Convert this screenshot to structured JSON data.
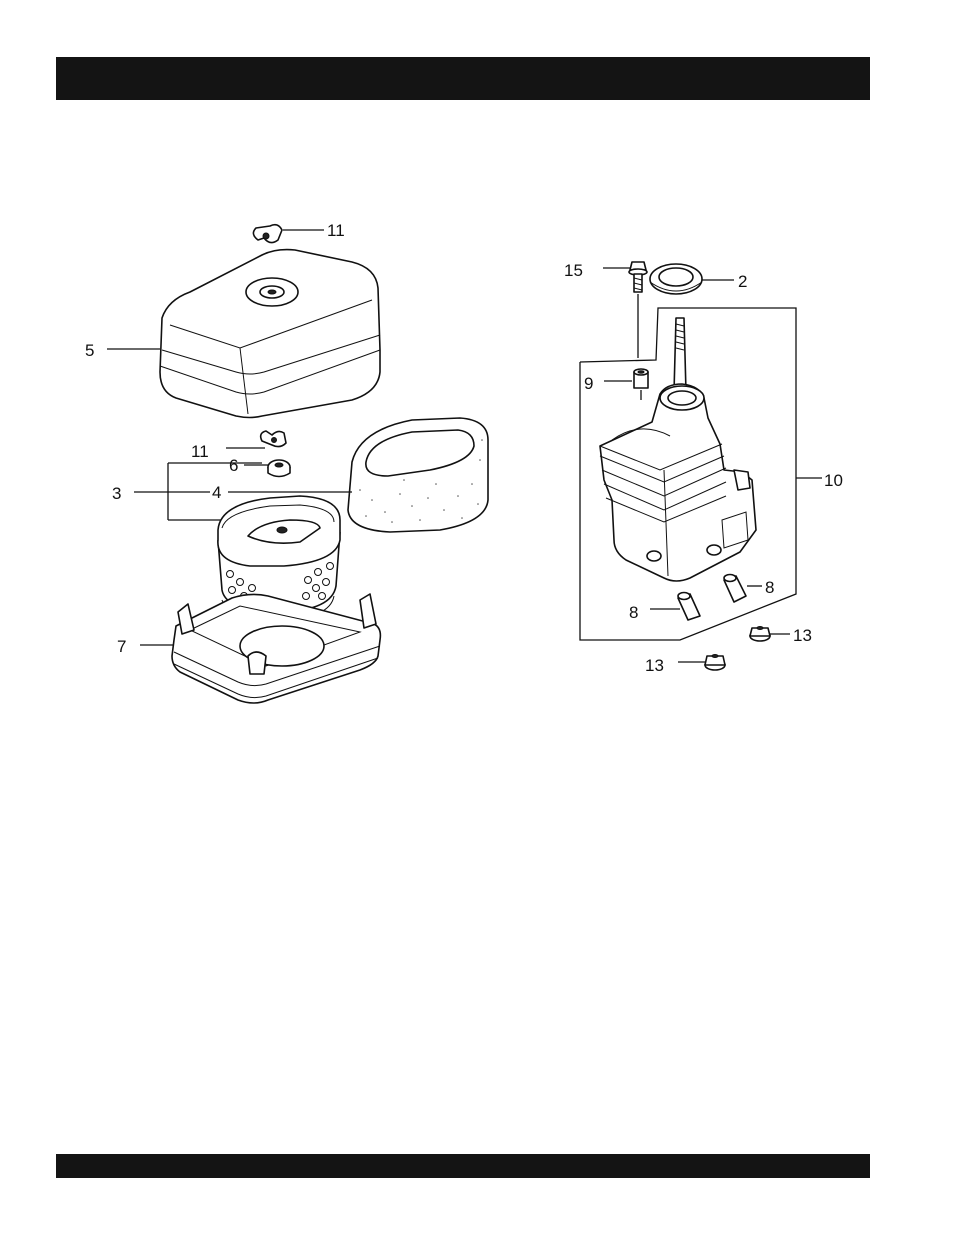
{
  "header_bar": {
    "color": "#141414"
  },
  "footer_bar": {
    "color": "#141414"
  },
  "callouts": {
    "c11_top": "11",
    "c5": "5",
    "c11_mid": "11",
    "c6": "6",
    "c3": "3",
    "c4": "4",
    "c7": "7",
    "c15": "15",
    "c2": "2",
    "c9": "9",
    "c10": "10",
    "c8_right": "8",
    "c8_left": "8",
    "c13_right": "13",
    "c13_left": "13"
  }
}
